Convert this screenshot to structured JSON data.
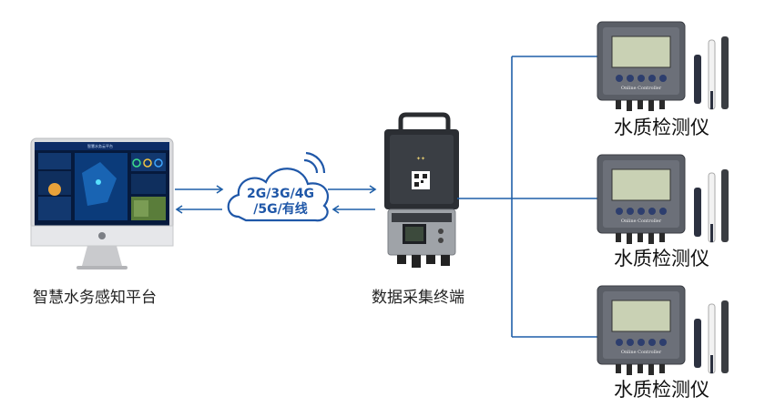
{
  "platform": {
    "label": "智慧水务感知平台",
    "dashboard_title": "智慧水务云平台"
  },
  "network": {
    "line1": "2G/3G/4G",
    "line2": "/5G/有线"
  },
  "terminal": {
    "label": "数据采集终端"
  },
  "instruments": [
    {
      "label": "水质检测仪",
      "controller_text": "Online Controller"
    },
    {
      "label": "水质检测仪",
      "controller_text": "Online Controller"
    },
    {
      "label": "水质检测仪",
      "controller_text": "Online Controller"
    }
  ],
  "colors": {
    "link_line": "#1f5fa8",
    "arrow": "#1f5fa8",
    "cloud_stroke": "#1f57a8",
    "screen_bg": "#0a1f4a"
  }
}
